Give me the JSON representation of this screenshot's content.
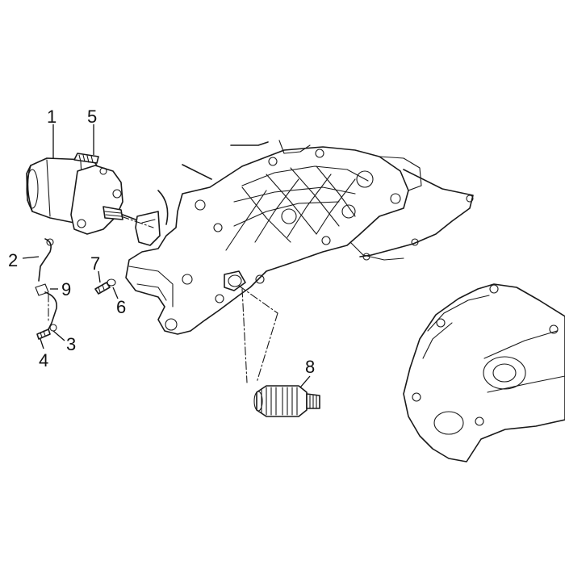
{
  "diagram": {
    "type": "exploded-parts-diagram",
    "callouts": [
      {
        "id": "1",
        "label": "1"
      },
      {
        "id": "2",
        "label": "2"
      },
      {
        "id": "3",
        "label": "3"
      },
      {
        "id": "4",
        "label": "4"
      },
      {
        "id": "5",
        "label": "5"
      },
      {
        "id": "6",
        "label": "6"
      },
      {
        "id": "7",
        "label": "7"
      },
      {
        "id": "8",
        "label": "8"
      },
      {
        "id": "9",
        "label": "9"
      }
    ]
  }
}
